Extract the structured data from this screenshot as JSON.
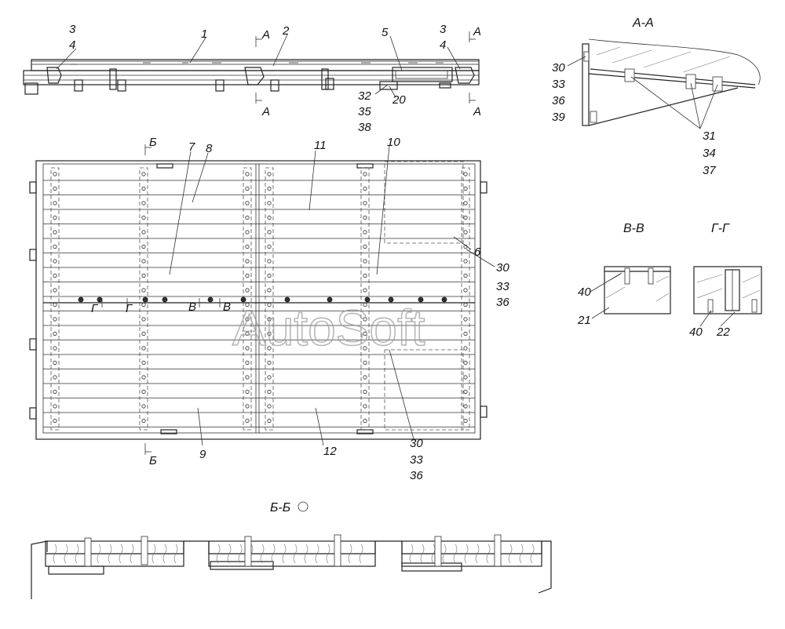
{
  "watermark": "AutoSoft",
  "section_titles": {
    "aa": "А-А",
    "vv": "В-В",
    "gg": "Г-Г",
    "bb": "Б-Б"
  },
  "section_marks": {
    "a": "А",
    "b": "Б",
    "v": "В",
    "g": "Г"
  },
  "callouts": {
    "top_view": [
      "1",
      "2",
      "3",
      "4",
      "3",
      "4",
      "5",
      "32",
      "20",
      "35",
      "38"
    ],
    "plan_view": [
      "7",
      "8",
      "11",
      "10",
      "6",
      "30",
      "33",
      "36",
      "9",
      "12",
      "30",
      "33",
      "36"
    ],
    "section_aa": [
      "30",
      "33",
      "36",
      "39",
      "31",
      "34",
      "37"
    ],
    "section_vv": [
      "40",
      "21"
    ],
    "section_gg": [
      "40",
      "22"
    ]
  }
}
